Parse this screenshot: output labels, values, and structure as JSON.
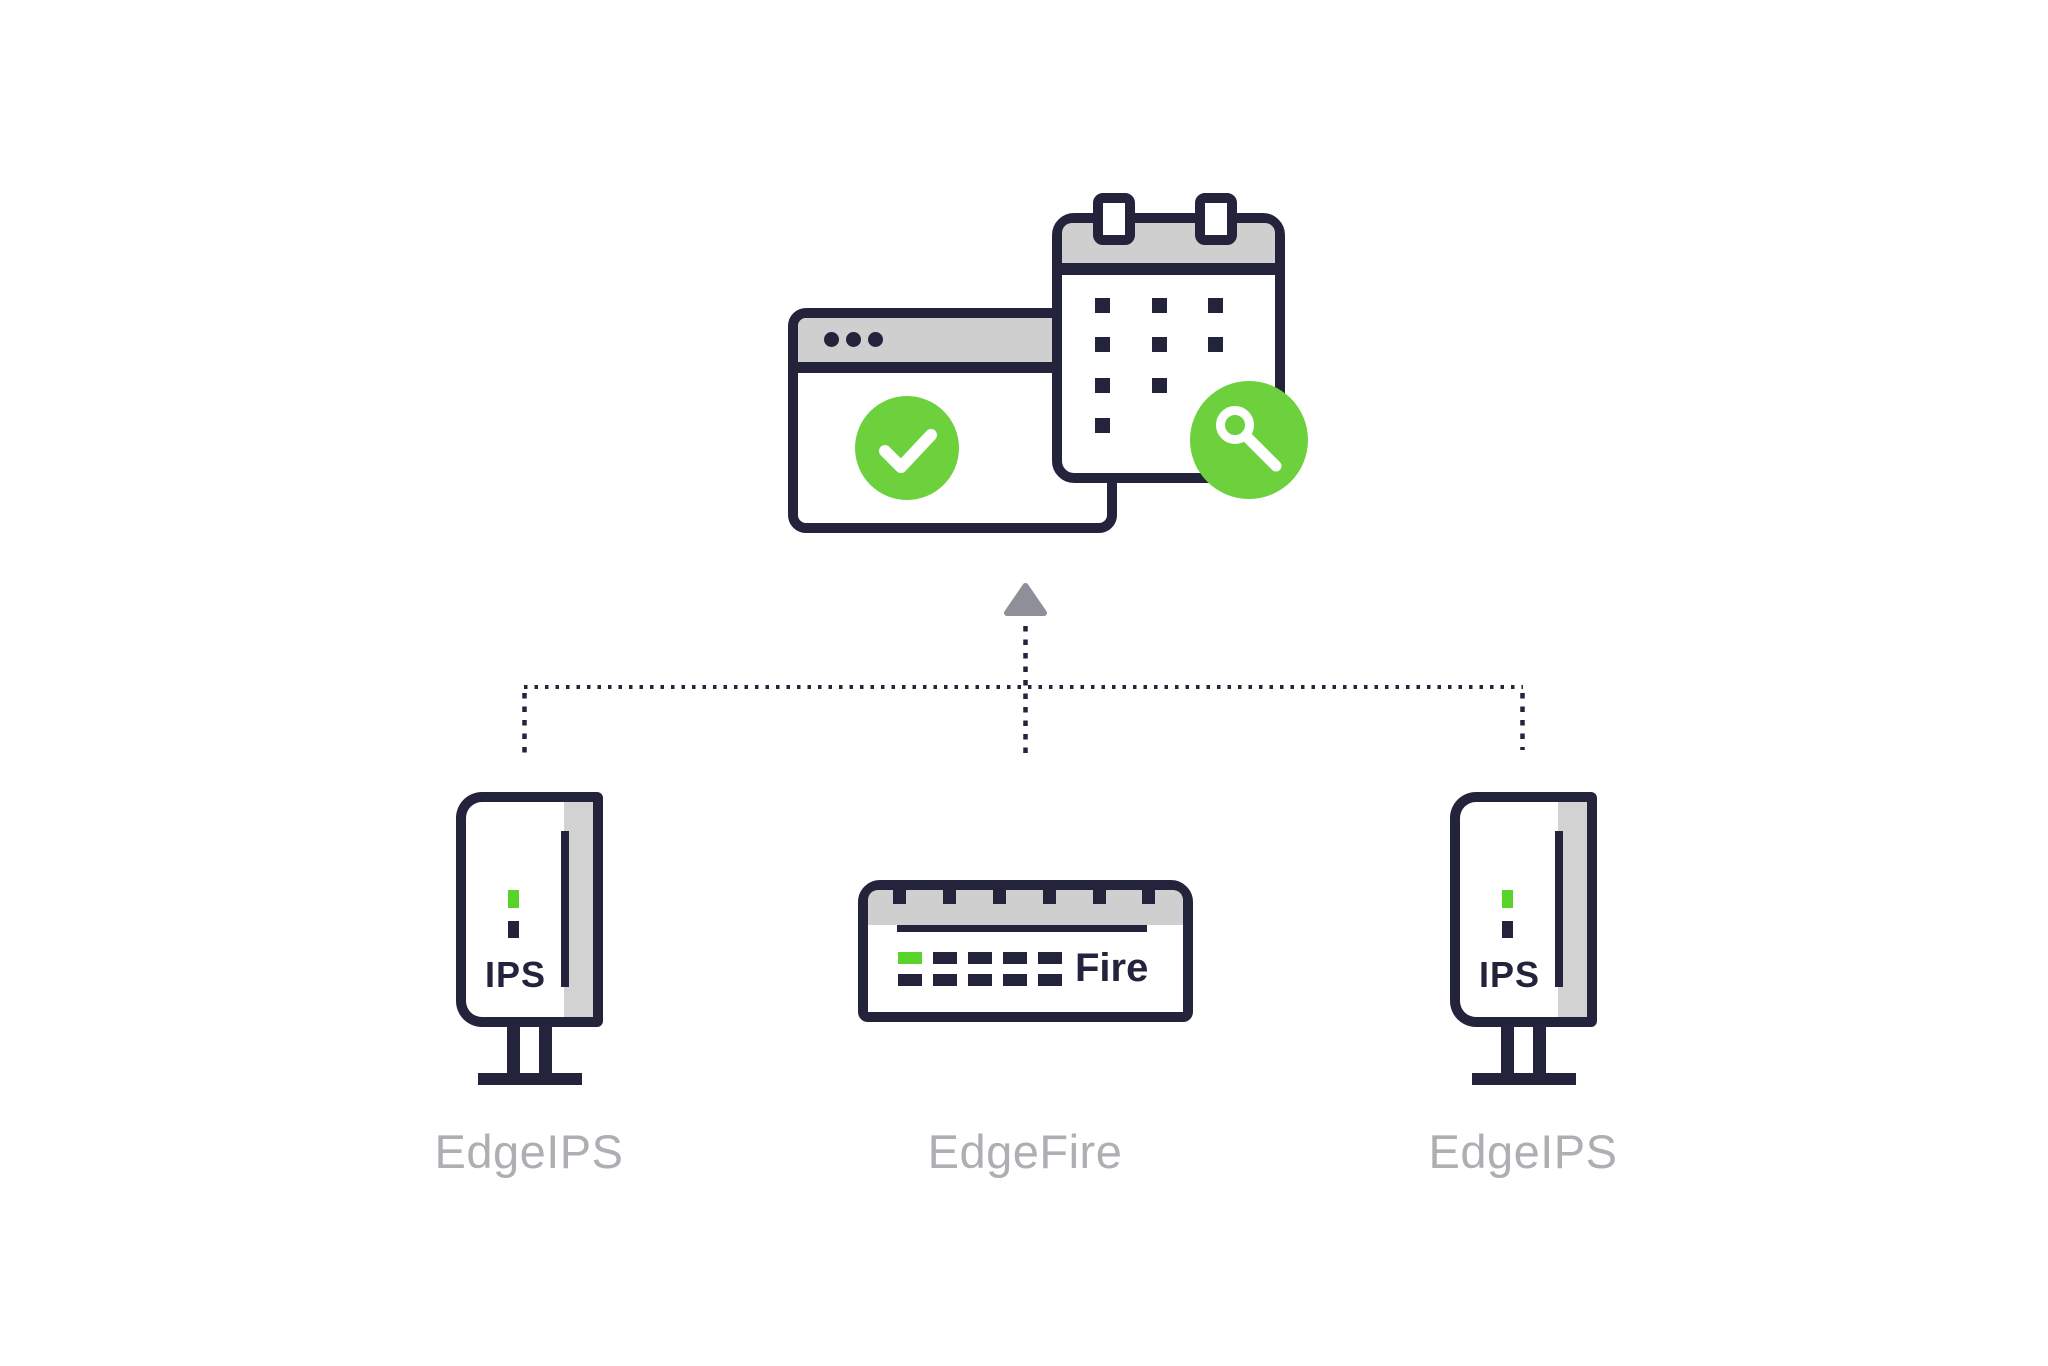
{
  "diagram": {
    "title": "management-console-to-edge-devices",
    "background": "#ffffff"
  },
  "palette": {
    "outline_navy": "#23233c",
    "fill_gray": "#cfcfcf",
    "badge_green": "#6cd13c",
    "led_green": "#57d32a",
    "arrow_gray": "#8f8f9a",
    "label_gray": "#aeaeb3"
  },
  "console": {
    "icons": [
      "browser-window-icon",
      "window-dots-icon",
      "check-badge-icon",
      "calendar-icon",
      "calendar-ring-icon",
      "search-badge-icon"
    ]
  },
  "connector": {
    "style": "dotted",
    "direction": "devices-to-console"
  },
  "devices": [
    {
      "id": "edgeips-left",
      "panel_text": "IPS",
      "label": "EdgeIPS"
    },
    {
      "id": "edgefire",
      "panel_text": "Fire",
      "label": "EdgeFire"
    },
    {
      "id": "edgeips-right",
      "panel_text": "IPS",
      "label": "EdgeIPS"
    }
  ]
}
